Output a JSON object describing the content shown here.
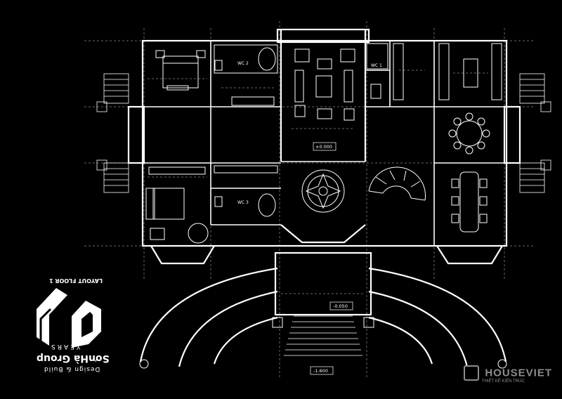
{
  "layout_title": "LAYOUT FLOOR 1",
  "rooms": {
    "wc_top_left": "WC 2",
    "wc_top_right": "WC 1",
    "wc_bottom_left": "WC 3"
  },
  "levels": {
    "main": "±0.000",
    "porch": "-0.050",
    "entry": "-1.600"
  },
  "brand": {
    "years_number": "20",
    "years_label": "YEARS",
    "company": "SơnHà Group",
    "tagline": "Design & Build"
  },
  "watermark": {
    "name": "HOUSEVIET",
    "tagline": "THIẾT KẾ KIẾN TRÚC"
  },
  "colors": {
    "background": "#000000",
    "lines": "#ffffff",
    "watermark": "#8d8d8d"
  }
}
